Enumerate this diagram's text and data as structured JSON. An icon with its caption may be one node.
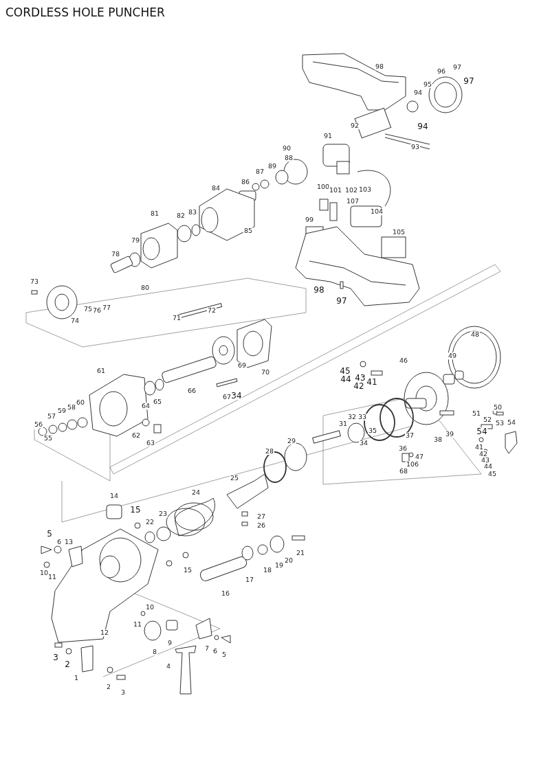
{
  "diagram": {
    "title": "CORDLESS HOLE PUNCHER",
    "labels": [
      "98",
      "96",
      "97",
      "97",
      "95",
      "94",
      "92",
      "94",
      "91",
      "90",
      "93",
      "88",
      "89",
      "87",
      "86",
      "84",
      "100",
      "101",
      "102",
      "103",
      "107",
      "104",
      "81",
      "82",
      "83",
      "85",
      "99",
      "105",
      "79",
      "78",
      "80",
      "73",
      "98",
      "97",
      "75",
      "76",
      "77",
      "74",
      "72",
      "71",
      "48",
      "46",
      "49",
      "45",
      "44",
      "43",
      "41",
      "42",
      "61",
      "69",
      "70",
      "66",
      "67",
      "34",
      "57",
      "59",
      "58",
      "60",
      "56",
      "64",
      "65",
      "50",
      "52",
      "53",
      "54",
      "51",
      "32",
      "33",
      "31",
      "35",
      "37",
      "38",
      "39",
      "34",
      "62",
      "63",
      "55",
      "54",
      "41",
      "42",
      "43",
      "44",
      "45",
      "36",
      "47",
      "106",
      "68",
      "29",
      "28",
      "14",
      "15",
      "24",
      "25",
      "23",
      "22",
      "27",
      "26",
      "5",
      "6",
      "13",
      "21",
      "20",
      "19",
      "18",
      "10",
      "11",
      "15",
      "17",
      "16",
      "10",
      "11",
      "12",
      "9",
      "8",
      "3",
      "2",
      "7",
      "6",
      "5",
      "4",
      "1",
      "2",
      "3"
    ]
  }
}
